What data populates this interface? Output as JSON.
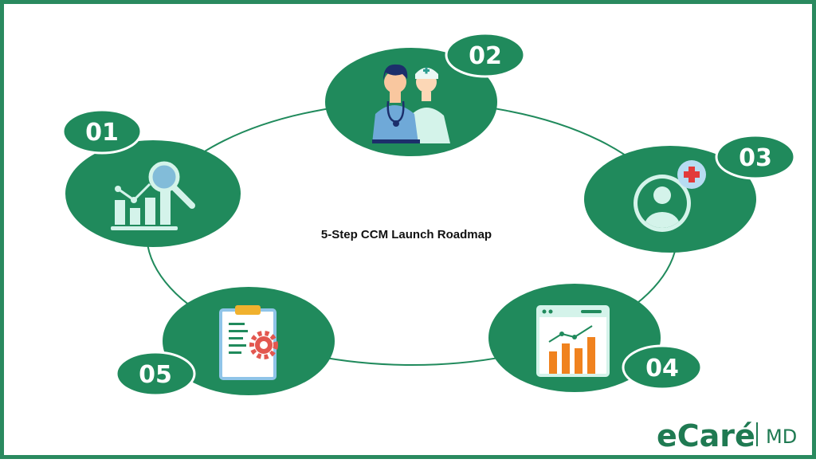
{
  "title": "5-Step CCM Launch Roadmap",
  "steps": [
    {
      "number": "01",
      "icon": "analytics-search-icon"
    },
    {
      "number": "02",
      "icon": "doctor-nurse-icon"
    },
    {
      "number": "03",
      "icon": "patient-add-icon"
    },
    {
      "number": "04",
      "icon": "dashboard-chart-icon"
    },
    {
      "number": "05",
      "icon": "clipboard-gear-icon"
    }
  ],
  "logo": {
    "brand": "eCaré",
    "suffix": "MD"
  },
  "colors": {
    "green": "#208a5c",
    "border": "#2a8a5f",
    "mint": "#d4f3ea",
    "orange": "#f0821e"
  }
}
